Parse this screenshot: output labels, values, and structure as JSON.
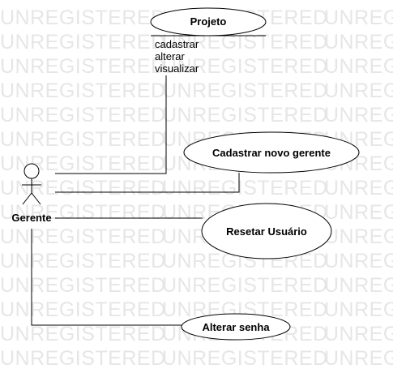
{
  "watermark": "UNREGISTERED",
  "actor": {
    "name": "Gerente"
  },
  "use_cases": {
    "projeto": "Projeto",
    "cadastrar": "Cadastrar novo gerente",
    "resetar": "Resetar Usuário",
    "alterar_senha": "Alterar senha"
  },
  "projeto_operations": [
    "cadastrar",
    "alterar",
    "visualizar"
  ]
}
